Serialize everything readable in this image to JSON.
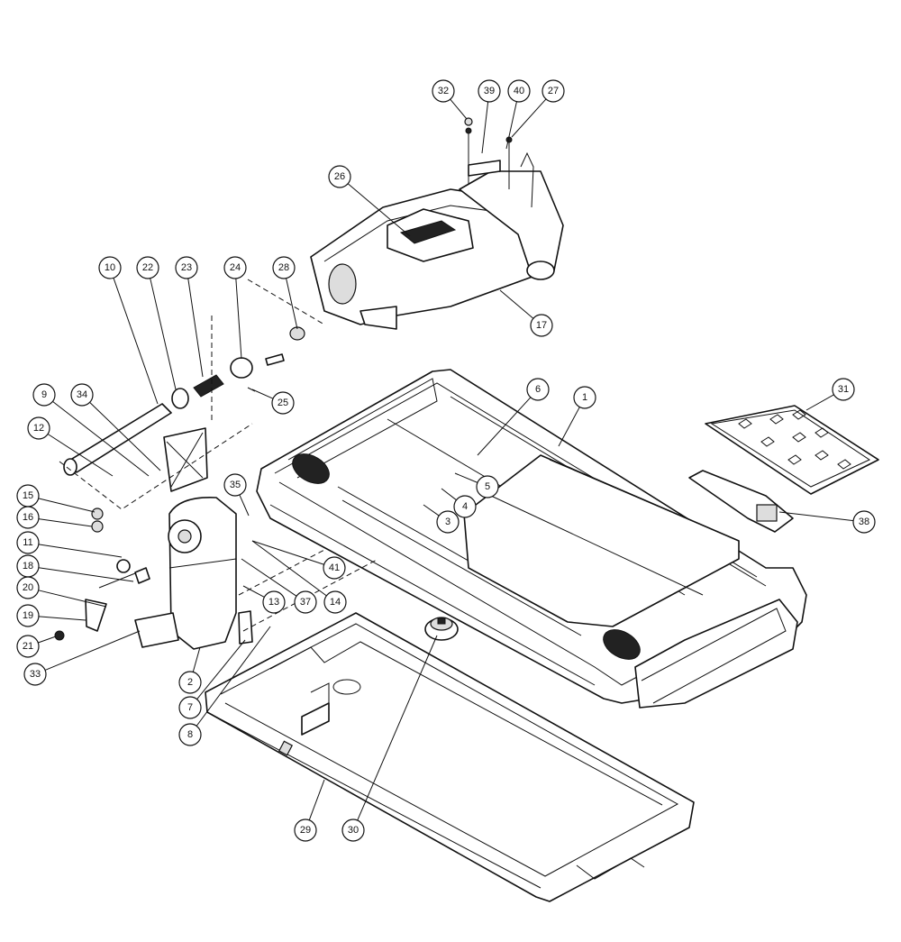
{
  "diagram": {
    "type": "exploded-parts-diagram",
    "callouts": [
      "1",
      "2",
      "3",
      "4",
      "5",
      "6",
      "7",
      "8",
      "9",
      "10",
      "11",
      "12",
      "13",
      "14",
      "15",
      "16",
      "17",
      "18",
      "19",
      "20",
      "21",
      "22",
      "23",
      "24",
      "25",
      "26",
      "27",
      "28",
      "29",
      "30",
      "31",
      "32",
      "33",
      "34",
      "35",
      "37",
      "38",
      "39",
      "40",
      "41"
    ]
  }
}
